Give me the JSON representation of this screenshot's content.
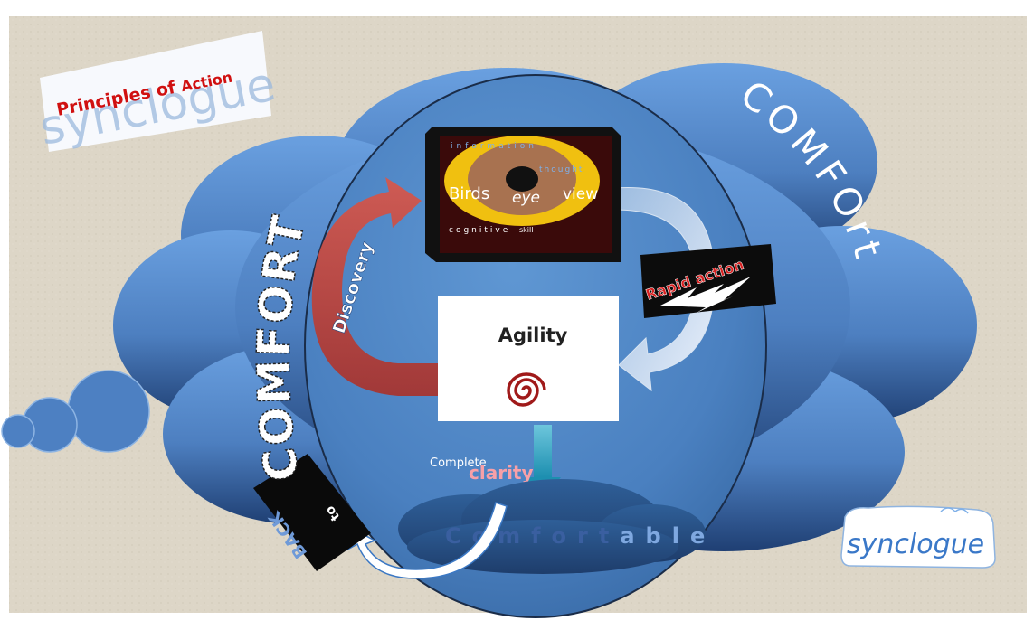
{
  "header": {
    "title_part1": "Principles of ",
    "title_part2": "Action",
    "watermark": "synclogue"
  },
  "comfort_arc_left": "COMFORT",
  "comfort_arc_right": "COMFOrt",
  "eye_panel": {
    "information": "information",
    "thought": "thought",
    "birds": "Birds",
    "eye": "eye",
    "view": "view",
    "cognitive": "cognitive",
    "skill": "skill"
  },
  "discovery": "Discovery",
  "rapid_action": "Rapid action",
  "agility": "Agility",
  "complete": "Complete",
  "clarity": "clarity",
  "comfort_prefix": "Comfort",
  "comfort_suffix": "able",
  "back_to": {
    "back": "BACK",
    "to": "to"
  },
  "logo": "synclogue",
  "colors": {
    "backdrop": "#ddd6c7",
    "cloud": "#4a79b7",
    "circle": "#4f86c4",
    "accent_red": "#c0392b",
    "accent_yellow": "#f2c20a"
  }
}
